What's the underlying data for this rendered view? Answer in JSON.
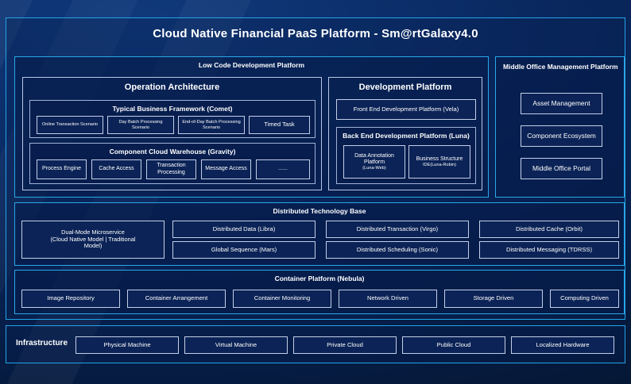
{
  "header": {
    "title": "Cloud Native Financial PaaS Platform - Sm@rtGalaxy4.0"
  },
  "colors": {
    "accent_cyan": "#2ba7e8",
    "panel_border": "#c3cfe8",
    "background_deep": "#071d46",
    "box_fill": "#0b2356"
  },
  "low_code": {
    "title": "Low Code Development Platform",
    "operation_architecture": {
      "title": "Operation Architecture",
      "typical_business_framework": {
        "title": "Typical Business Framework (Comet)",
        "items": [
          "Online Transaction Scenario",
          "Day Batch Processing Scenario",
          "End-of-Day Batch Processing Scenario",
          "Timed Task"
        ]
      },
      "component_cloud_warehouse": {
        "title": "Component Cloud Warehouse (Gravity)",
        "items": [
          "Process Engine",
          "Cache Access",
          "Transaction Processing",
          "Message Access",
          "......"
        ]
      }
    },
    "development_platform": {
      "title": "Development Platform",
      "front_end": "Front End Development Platform (Vela)",
      "back_end": {
        "title": "Back End Development Platform (Luna)",
        "items": [
          {
            "name": "Data Annotation Platform",
            "sub": "(Luna-Web)"
          },
          {
            "name": "Business Structure",
            "sub": "IDE(Luna-Robin)"
          }
        ]
      }
    }
  },
  "middle_office": {
    "title": "Middle Office Management Platform",
    "items": [
      "Asset Management",
      "Component Ecosystem",
      "Middle Office Portal"
    ]
  },
  "distributed_base": {
    "title": "Distributed Technology Base",
    "dual_mode": "Dual-Mode Microservice (Cloud Native Model | Traditional Model)",
    "dual_mode_lines": [
      "Dual-Mode Microservice",
      "(Cloud Native Model | Traditional",
      "Model)"
    ],
    "items_row1": [
      "Distributed Data (Libra)",
      "Distributed Transaction (Virgo)",
      "Distributed Cache (Orbit)"
    ],
    "items_row2": [
      "Global Sequence (Mars)",
      "Distributed Scheduling (Sonic)",
      "Distributed Messaging (TDRSS)"
    ]
  },
  "container_platform": {
    "title": "Container Platform (Nebula)",
    "items": [
      "Image Repository",
      "Container Arrangement",
      "Container Monitoring",
      "Network Driven",
      "Storage Driven",
      "Computing Driven"
    ]
  },
  "infrastructure": {
    "label": "Infrastructure",
    "items": [
      "Physical Machine",
      "Virtual Machine",
      "Private Cloud",
      "Public Cloud",
      "Localized Hardware"
    ]
  }
}
